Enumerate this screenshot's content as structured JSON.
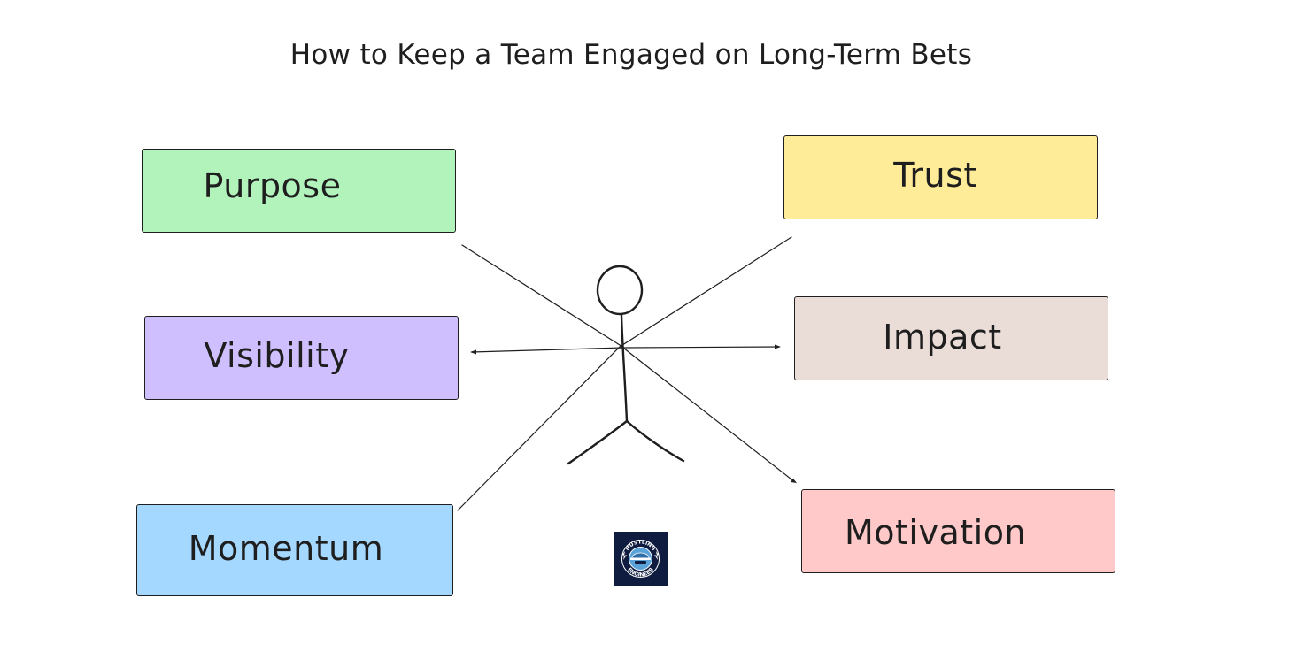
{
  "title": "How to Keep a Team Engaged on Long-Term Bets",
  "boxes": {
    "purpose": {
      "label": "Purpose",
      "color": "#b2f2bb"
    },
    "visibility": {
      "label": "Visibility",
      "color": "#d0bfff"
    },
    "momentum": {
      "label": "Momentum",
      "color": "#a5d8ff"
    },
    "trust": {
      "label": "Trust",
      "color": "#ffec99"
    },
    "impact": {
      "label": "Impact",
      "color": "#eaddd7"
    },
    "motivation": {
      "label": "Motivation",
      "color": "#ffc9c9"
    }
  },
  "logo": {
    "top_text": "HUSTLING",
    "bottom_text": "ENGINEER",
    "icon": "hard-hat-engineer-badge",
    "background": "#0f1c3f"
  }
}
